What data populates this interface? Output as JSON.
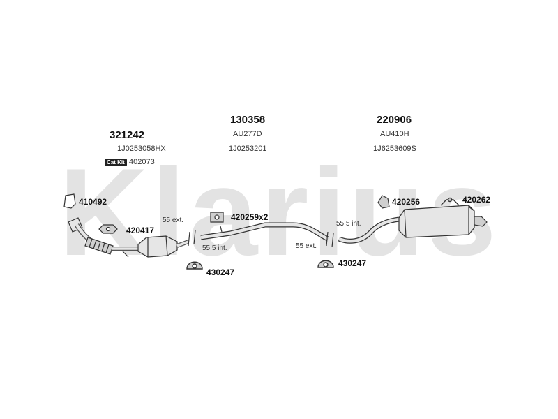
{
  "brand": {
    "name": "Klarius",
    "color": "#e3e3e3"
  },
  "colors": {
    "line": "#333333",
    "fill_light": "#e6e6e6",
    "fill_mid": "#cfcfcf"
  },
  "sections": [
    {
      "part_number": "321242",
      "ref": "1J0253058HX"
    },
    {
      "part_number": "130358",
      "code": "AU277D",
      "ref": "1J0253201"
    },
    {
      "part_number": "220906",
      "code": "AU410H",
      "ref": "1J6253609S"
    }
  ],
  "cat_kit": {
    "badge": "Cat Kit",
    "number": "402073"
  },
  "fittings": {
    "gasket_410492": "410492",
    "hanger_420417": "420417",
    "hanger_420259": "420259x2",
    "clamp_430247_a": "430247",
    "clamp_430247_b": "430247",
    "hanger_420256": "420256",
    "hanger_420262": "420262"
  },
  "dims": {
    "ext_1": "55 ext.",
    "int_1": "55.5 int.",
    "int_2": "55.5 int.",
    "ext_2": "55 ext."
  }
}
